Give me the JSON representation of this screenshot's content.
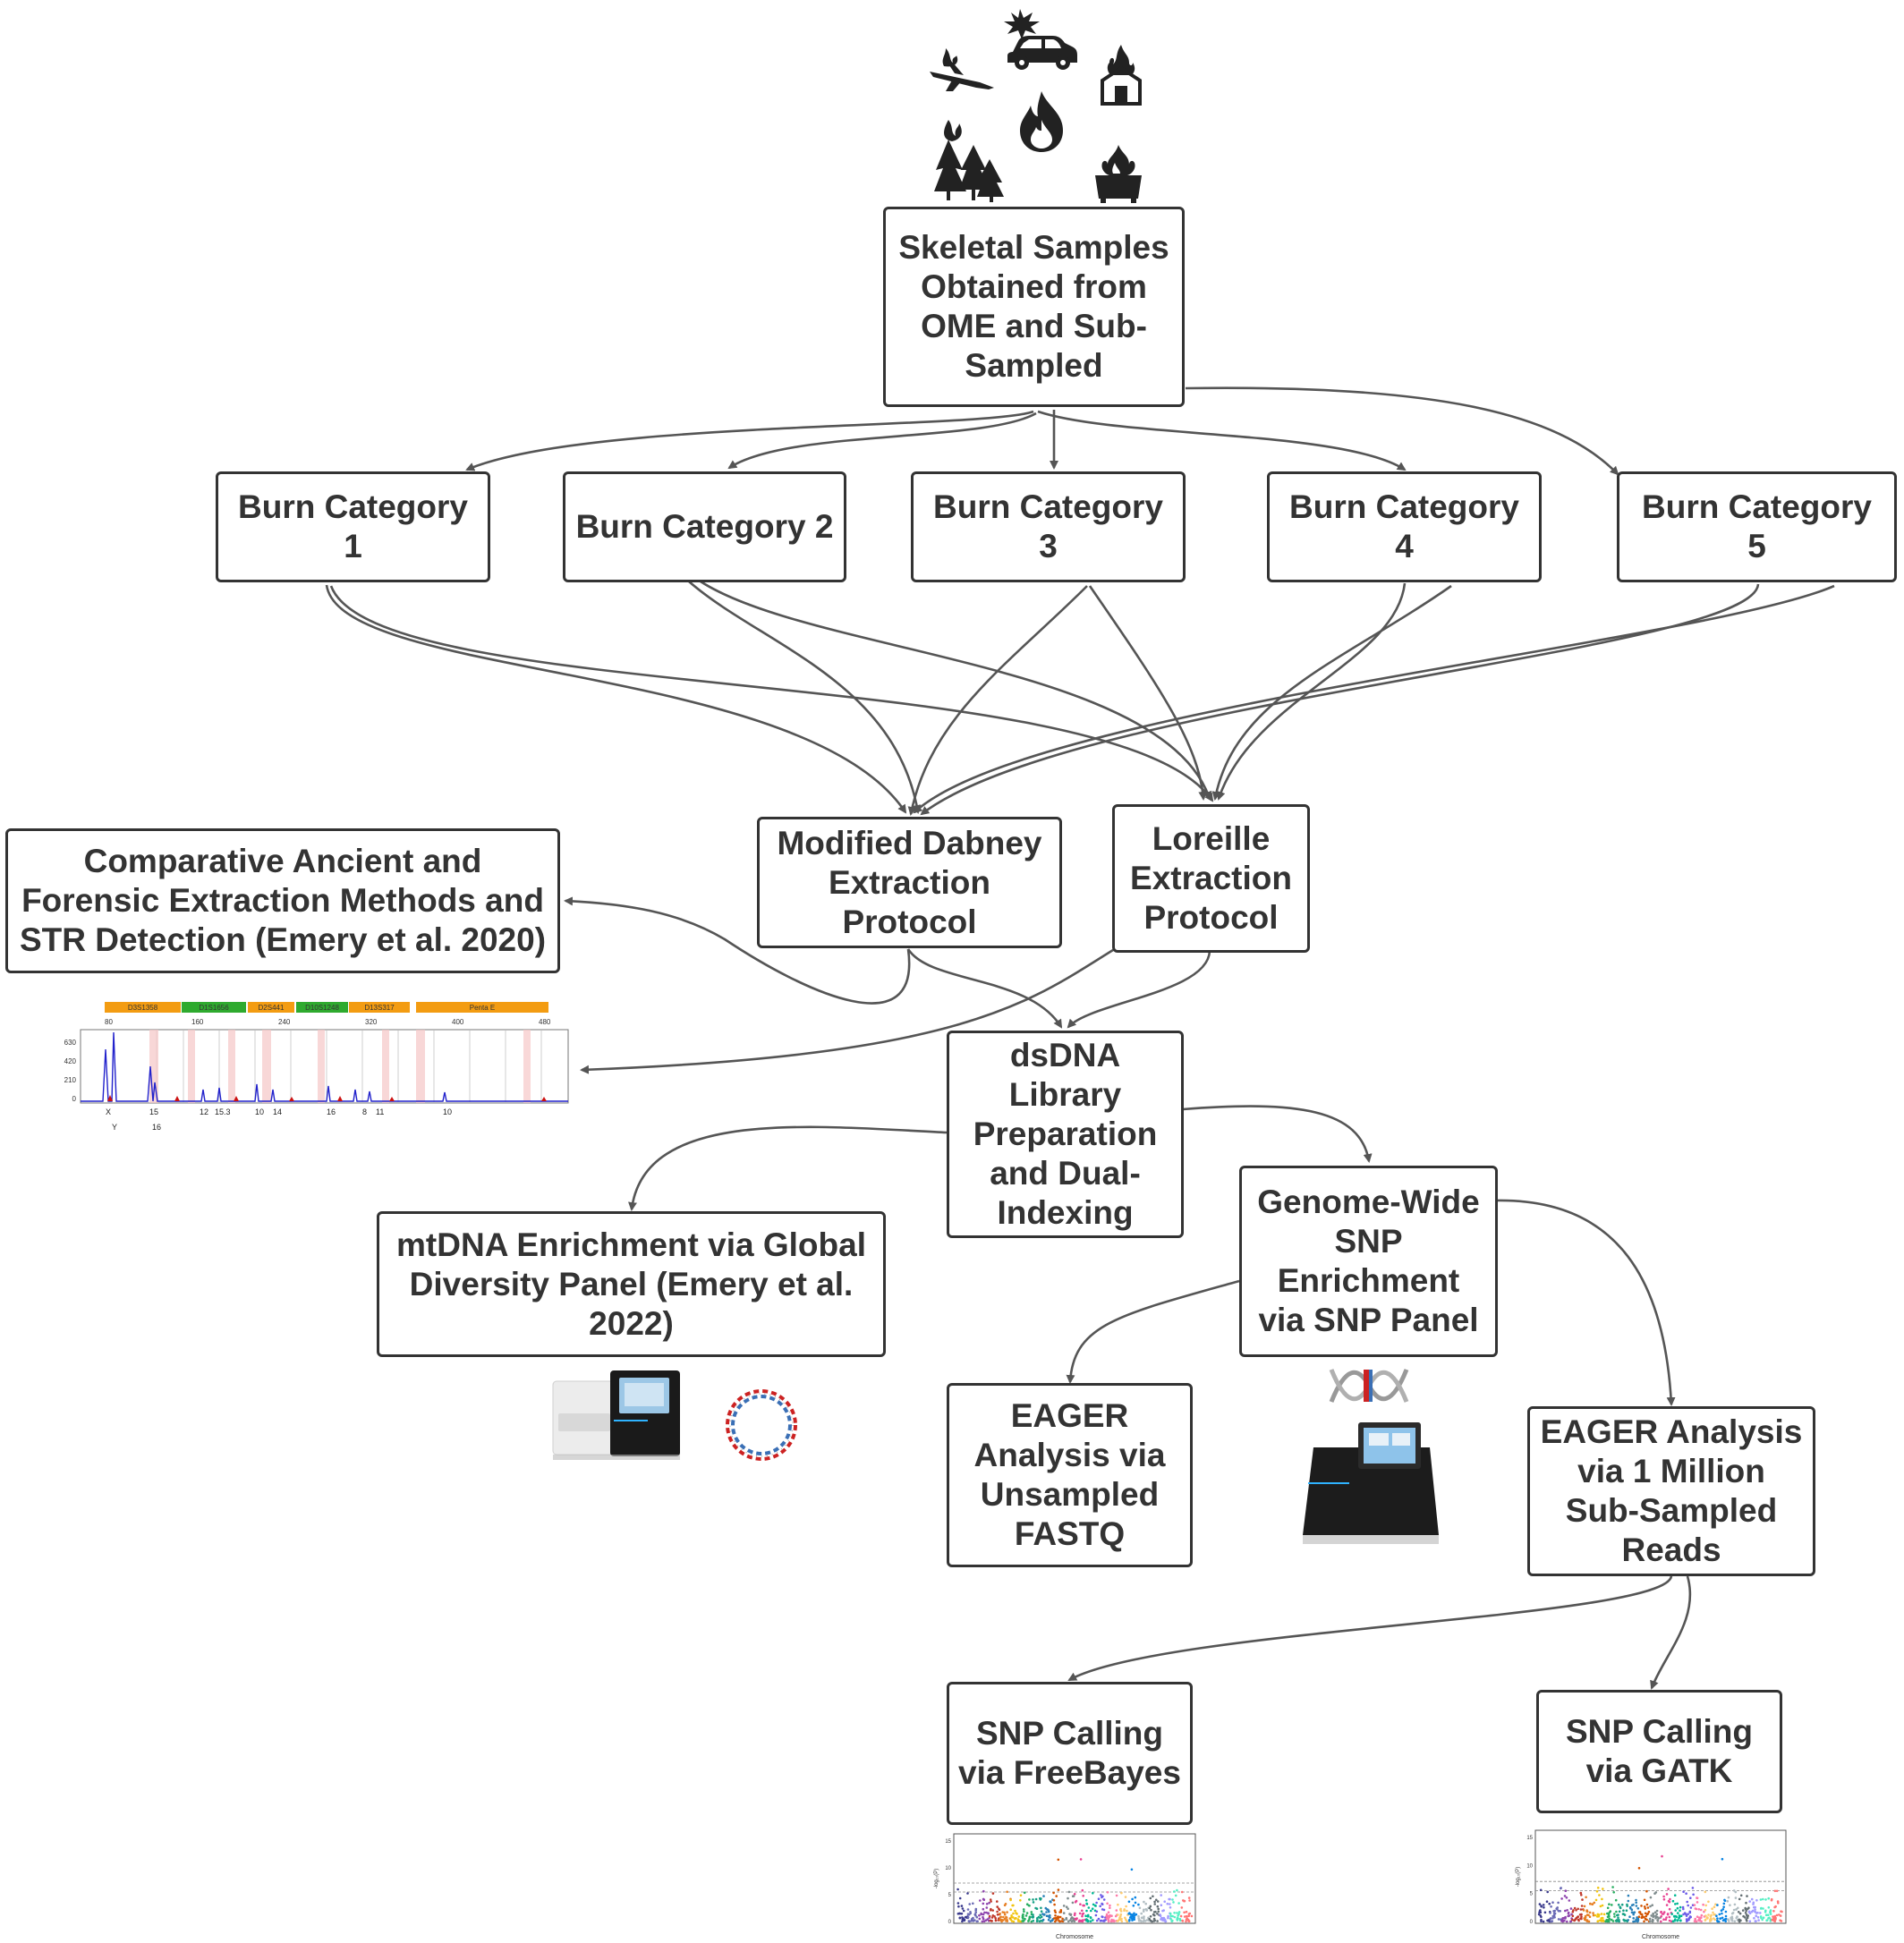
{
  "nodes": {
    "skeletal": "Skeletal Samples Obtained from OME and Sub-Sampled",
    "bc1": "Burn Category 1",
    "bc2": "Burn Category 2",
    "bc3": "Burn Category 3",
    "bc4": "Burn Category 4",
    "bc5": "Burn Category 5",
    "dabney": "Modified Dabney Extraction Protocol",
    "loreille": "Loreille Extraction Protocol",
    "comparative": "Comparative Ancient and Forensic Extraction Methods and STR Detection (Emery et al. 2020)",
    "dsdna": "dsDNA Library Preparation and Dual-Indexing",
    "mtdna": "mtDNA Enrichment via Global Diversity Panel (Emery et al. 2022)",
    "genome": "Genome-Wide SNP Enrichment via SNP Panel",
    "eager_unsampled": "EAGER Analysis via Unsampled FASTQ",
    "eager_million": "EAGER Analysis via 1 Million Sub-Sampled Reads",
    "snp_freebayes": "SNP Calling via FreeBayes",
    "snp_gatk": "SNP Calling via GATK"
  },
  "electropherogram": {
    "loci": [
      "D3S1358",
      "D1S1656",
      "D2S441",
      "D10S1248",
      "D13S317",
      "Penta E"
    ],
    "loci_colors": [
      "#f39c12",
      "#2eaa2e",
      "#f39c12",
      "#2eaa2e",
      "#f39c12",
      "#f39c12"
    ],
    "size_ticks": [
      "80",
      "160",
      "240",
      "320",
      "400",
      "480"
    ],
    "rfu_ticks": [
      "630",
      "420",
      "210",
      "0"
    ],
    "allele_labels": [
      "X",
      "15",
      "12",
      "15.3",
      "10",
      "14",
      "16",
      "8",
      "11",
      "10"
    ],
    "allele_labels_lower": [
      "Y",
      "16"
    ]
  },
  "manhattan": {
    "xlabel": "Chromosome",
    "ylabel": "-log₁₀(P)",
    "y_ticks": [
      "15",
      "10",
      "5",
      "0"
    ]
  },
  "icons": [
    "airplane-fire-icon",
    "car-explosion-icon",
    "house-fire-icon",
    "flame-icon",
    "forest-fire-icon",
    "dumpster-fire-icon",
    "sequencer-icon",
    "circular-dna-icon",
    "dna-helix-icon"
  ],
  "colors": {
    "box_border": "#333333",
    "text": "#333333",
    "arrow": "#555555"
  }
}
